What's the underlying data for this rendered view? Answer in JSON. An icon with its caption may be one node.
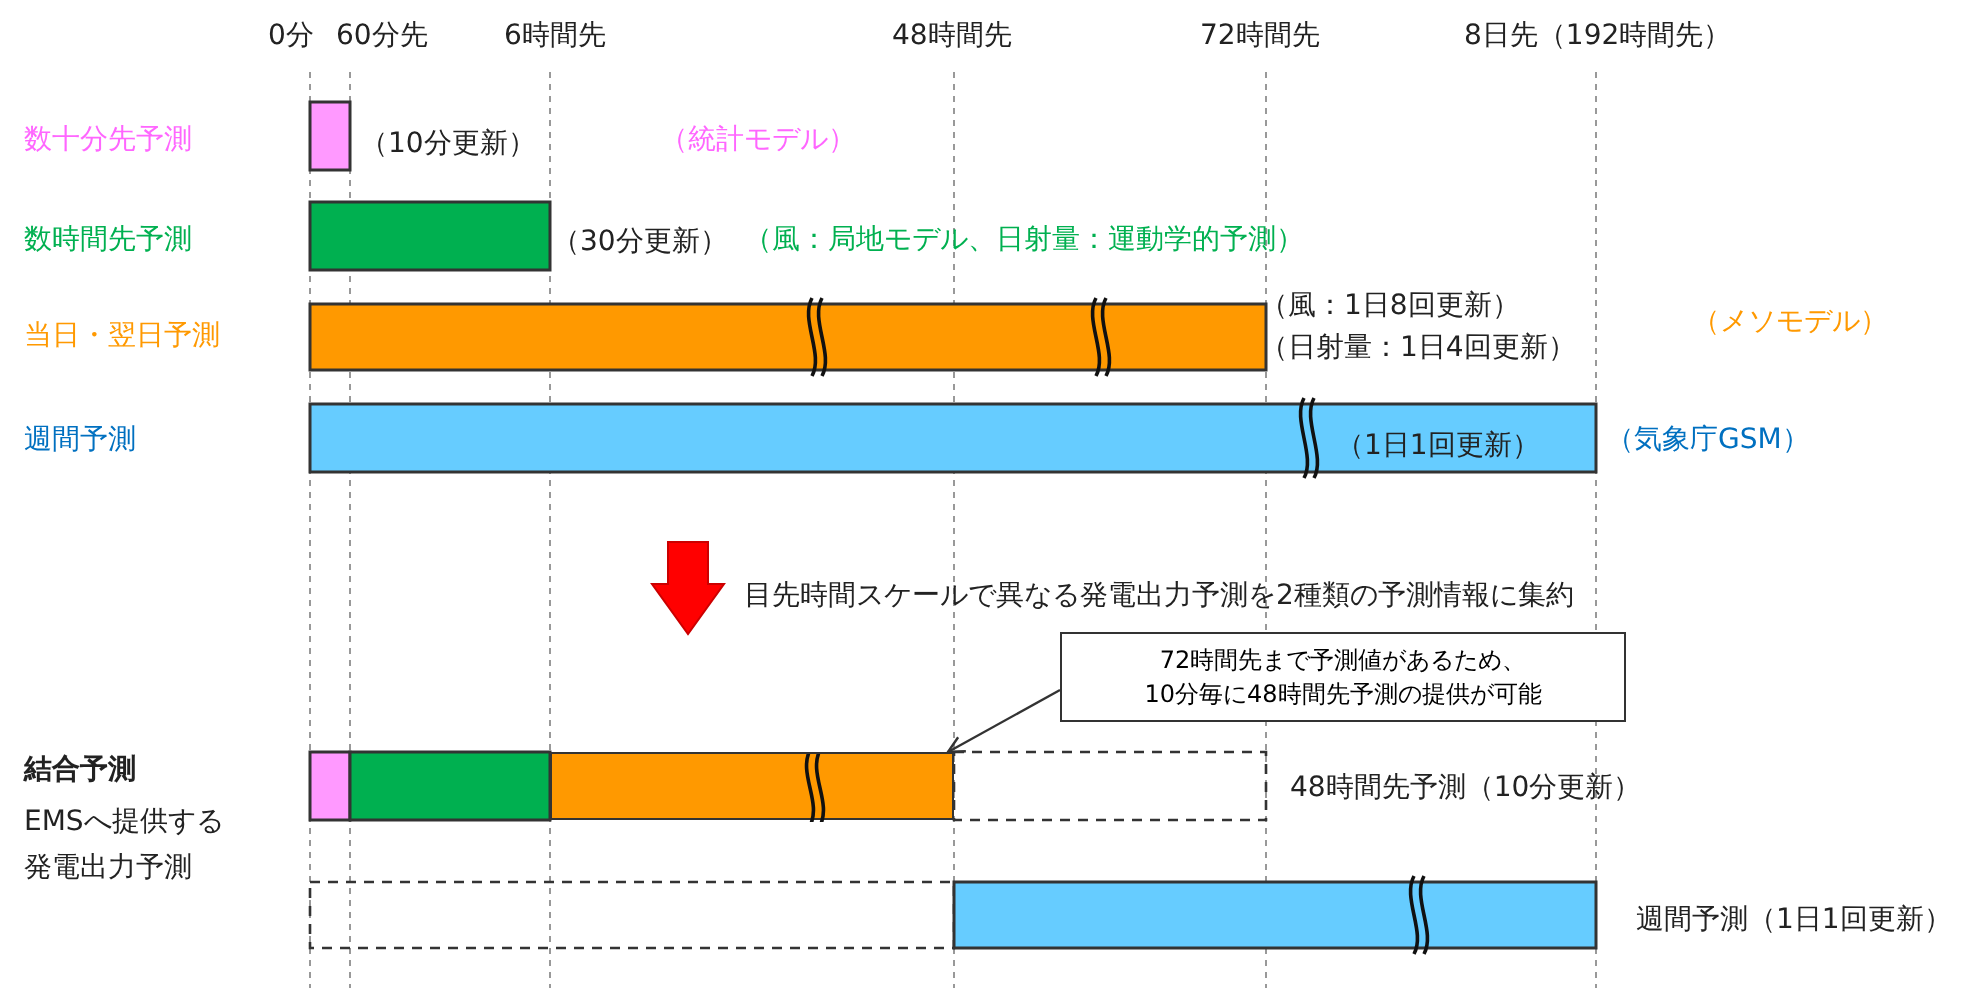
{
  "diagram": {
    "nodes": [
      {
        "text": [
          "72時間先まで予測値があるため、 10分毎に48時間先予測の提供が可能"
        ]
      },
      {
        "text": [],
        "shape": "bar"
      }
    ],
    "edges": [
      {
        "from": 0,
        "to": 1,
        "arrow": "to"
      }
    ],
    "labels": [
      "0分",
      "60分先",
      "6時間先",
      "48時間先",
      "72時間先",
      "8日先（192時間先）",
      "数十分先予測",
      "（10分更新）",
      "（統計モデル）",
      "数時間先予測",
      "（30分更新）",
      "（風：局地モデル、日射量：運動学的予測）",
      "当日・翌日予測",
      "（風：1日8回更新）",
      "（日射量：1日4回更新）",
      "（メソモデル）",
      "週間予測",
      "（1日1回更新）",
      "（気象庁GSM）",
      "目先時間スケールで異なる発電出力予測を2種類の予測情報に集約",
      "結合予測",
      "EMSへ提供する発電出力予測",
      "48時間先予測（10分更新）",
      "週間予測（1日1回更新）"
    ]
  }
}
